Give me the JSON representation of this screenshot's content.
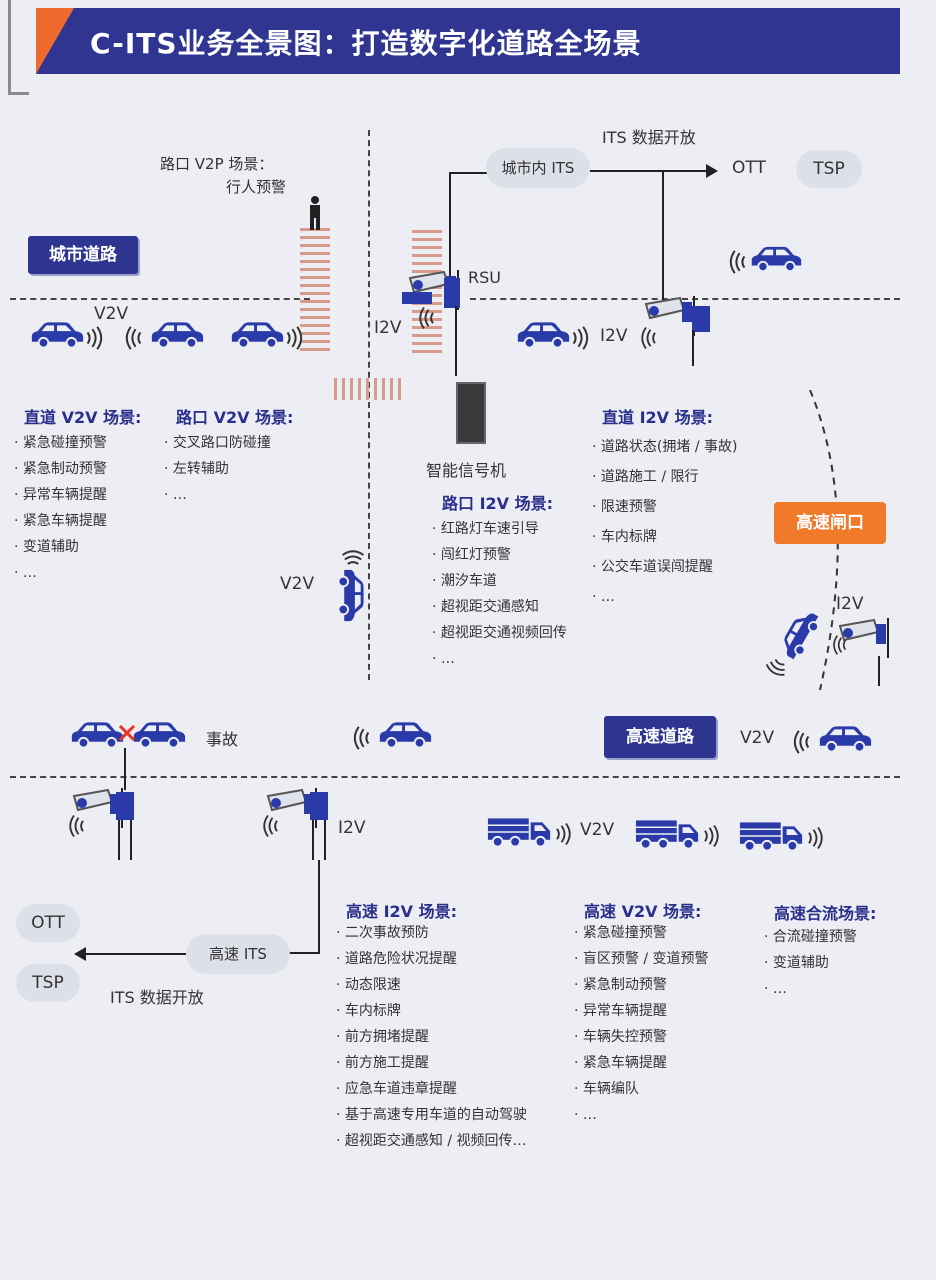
{
  "title": "C-ITS业务全景图：打造数字化道路全场景",
  "colors": {
    "brand_blue": "#2d3591",
    "accent_orange": "#f07a2a",
    "car_blue": "#2a3aa8"
  },
  "urban": {
    "badge": "城市道路",
    "v2p_title": "路口 V2P 场景：",
    "v2p_sub": "行人预警",
    "v2v_label": "V2V",
    "v2v_label_2": "V2V",
    "i2v_label_left": "I2V",
    "i2v_label_right": "I2V",
    "rsu_label": "RSU",
    "signal_label": "智能信号机",
    "cloud_city": "城市内 ITS",
    "its_open": "ITS 数据开放",
    "ott": "OTT",
    "tsp": "TSP",
    "straight_v2v": {
      "title": "直道 V2V 场景:",
      "items": [
        "紧急碰撞预警",
        "紧急制动预警",
        "异常车辆提醒",
        "紧急车辆提醒",
        "变道辅助",
        "…"
      ]
    },
    "junction_v2v": {
      "title": "路口 V2V 场景:",
      "items": [
        "交叉路口防碰撞",
        "左转辅助",
        "…"
      ]
    },
    "junction_i2v": {
      "title": "路口 I2V 场景:",
      "items": [
        "红路灯车速引导",
        "闯红灯预警",
        "潮汐车道",
        "超视距交通感知",
        "超视距交通视频回传",
        "…"
      ]
    },
    "straight_i2v": {
      "title": "直道 I2V 场景:",
      "items": [
        "道路状态(拥堵 / 事故)",
        "道路施工 / 限行",
        "限速预警",
        "车内标牌",
        "公交车道误闯提醒",
        "…"
      ]
    }
  },
  "highway": {
    "gate_badge": "高速闸口",
    "gate_i2v": "I2V",
    "badge": "高速道路",
    "v2v_label": "V2V",
    "accident": "事故",
    "i2v_label": "I2V",
    "truck_v2v": "V2V",
    "cloud_highway": "高速 ITS",
    "ott": "OTT",
    "tsp": "TSP",
    "its_open": "ITS 数据开放",
    "hw_i2v": {
      "title": "高速 I2V 场景:",
      "items": [
        "二次事故预防",
        "道路危险状况提醒",
        "动态限速",
        "车内标牌",
        "前方拥堵提醒",
        "前方施工提醒",
        "应急车道违章提醒",
        "基于高速专用车道的自动驾驶",
        "超视距交通感知 / 视频回传…"
      ]
    },
    "hw_v2v": {
      "title": "高速 V2V 场景:",
      "items": [
        "紧急碰撞预警",
        "盲区预警 / 变道预警",
        "紧急制动预警",
        "异常车辆提醒",
        "车辆失控预警",
        "紧急车辆提醒",
        "车辆编队",
        "…"
      ]
    },
    "hw_merge": {
      "title": "高速合流场景:",
      "items": [
        "合流碰撞预警",
        "变道辅助",
        "…"
      ]
    }
  }
}
